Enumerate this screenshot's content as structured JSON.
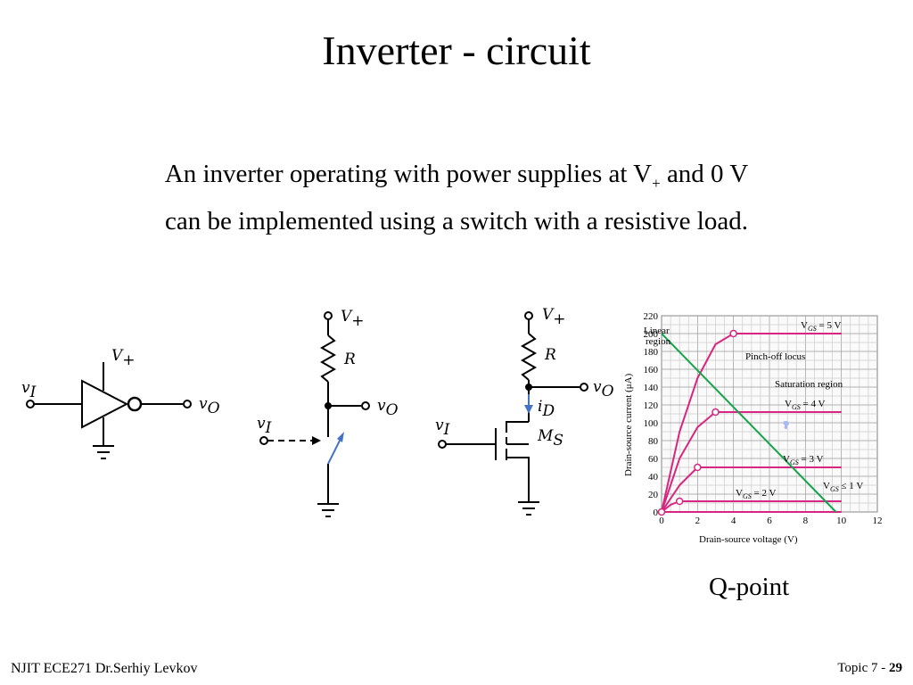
{
  "slide": {
    "title": "Inverter  - circuit",
    "line1_before": "An inverter operating with power supplies at V",
    "line1_sub": "+",
    "line1_after": " and 0 V",
    "line2": "can be implemented using a switch with a resistive load."
  },
  "circuit_inverter": {
    "vplus": "V",
    "vplus_sub": "+",
    "vin": "v",
    "vin_sub": "I",
    "vout": "v",
    "vout_sub": "O"
  },
  "circuit_switch": {
    "vplus": "V",
    "vplus_sub": "+",
    "resistor": "R",
    "vin": "v",
    "vin_sub": "I",
    "vout": "v",
    "vout_sub": "O"
  },
  "circuit_mosfet": {
    "vplus": "V",
    "vplus_sub": "+",
    "resistor": "R",
    "drain_current": "i",
    "drain_current_sub": "D",
    "transistor": "M",
    "transistor_sub": "S",
    "vin": "v",
    "vin_sub": "I",
    "vout": "v",
    "vout_sub": "O"
  },
  "chart_data": {
    "type": "line",
    "xlabel": "Drain-source voltage (V)",
    "ylabel": "Drain-source current (μA)",
    "xlim": [
      0,
      12
    ],
    "ylim": [
      0,
      220
    ],
    "x_ticks": [
      0,
      2,
      4,
      6,
      8,
      10,
      12
    ],
    "y_ticks": [
      0,
      20,
      40,
      60,
      80,
      100,
      120,
      140,
      160,
      180,
      200,
      220
    ],
    "grid": true,
    "series": [
      {
        "name": "VGS = 5 V",
        "points": [
          [
            0,
            0
          ],
          [
            1,
            90
          ],
          [
            2,
            150
          ],
          [
            3,
            188
          ],
          [
            4,
            200
          ],
          [
            10,
            200
          ]
        ]
      },
      {
        "name": "VGS = 4 V",
        "points": [
          [
            0,
            0
          ],
          [
            1,
            60
          ],
          [
            2,
            95
          ],
          [
            3,
            112
          ],
          [
            10,
            112
          ]
        ]
      },
      {
        "name": "VGS = 3 V",
        "points": [
          [
            0,
            0
          ],
          [
            1,
            30
          ],
          [
            2,
            50
          ],
          [
            10,
            50
          ]
        ]
      },
      {
        "name": "VGS = 2 V",
        "points": [
          [
            0,
            0
          ],
          [
            0.5,
            8
          ],
          [
            1,
            12
          ],
          [
            10,
            12
          ]
        ]
      },
      {
        "name": "VGS ≤ 1 V",
        "points": [
          [
            0,
            0
          ],
          [
            10,
            0
          ]
        ]
      }
    ],
    "load_line": {
      "points": [
        [
          0,
          200
        ],
        [
          9.7,
          0
        ]
      ],
      "color": "#16a34a"
    },
    "curve_color": "#d6267f",
    "annotations": {
      "linear": "Linear",
      "linear2": "region",
      "pinchoff": "Pinch-off locus",
      "saturation": "Saturation region",
      "vgs5": "V",
      "vgs5_sub": "GS",
      "vgs5_val": " = 5 V",
      "vgs4_val": " = 4 V",
      "vgs3_val": " = 3 V",
      "vgs2_val": " = 2 V",
      "vgs1_val": " ≤ 1 V"
    },
    "overlay_symbol": "?"
  },
  "caption": "Q-point",
  "footer": {
    "left": "NJIT  ECE271   Dr.Serhiy Levkov",
    "right_prefix": "Topic 7 - ",
    "right_page": "29"
  }
}
